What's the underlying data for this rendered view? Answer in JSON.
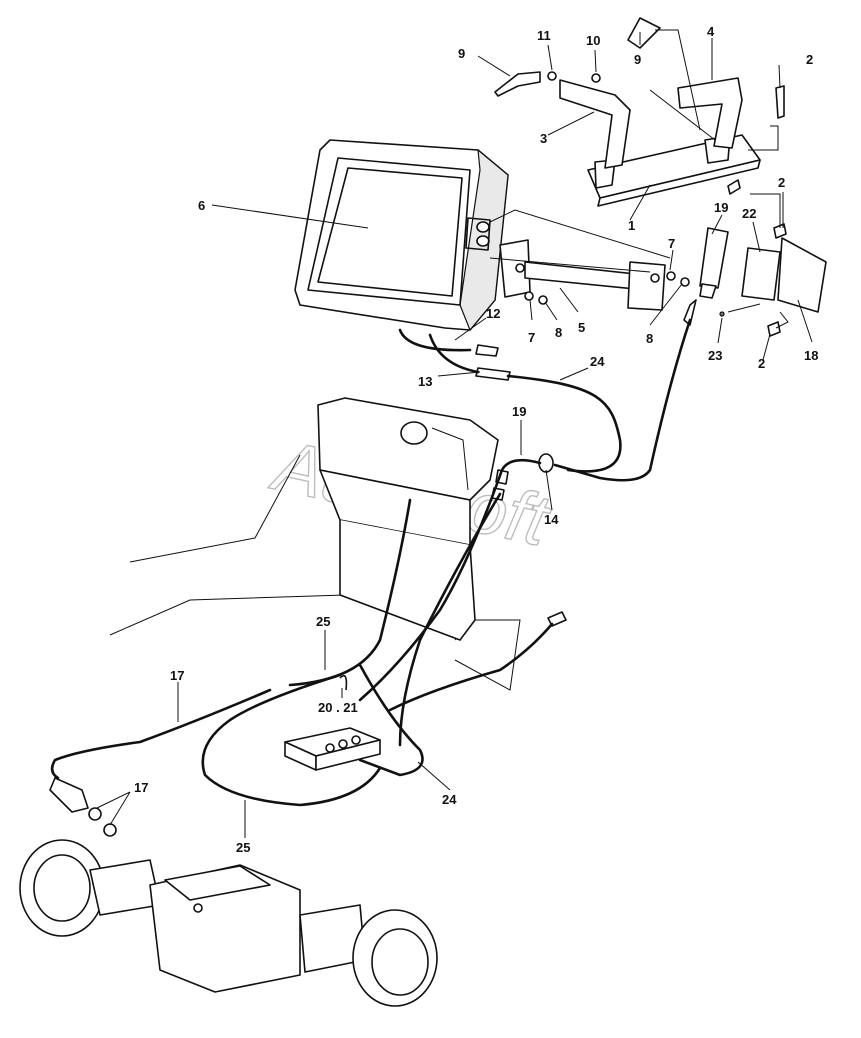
{
  "watermark": "AutoSoft",
  "callouts": {
    "c1": "1",
    "c2a": "2",
    "c2b": "2",
    "c2c": "2",
    "c3": "3",
    "c4": "4",
    "c5": "5",
    "c6": "6",
    "c7a": "7",
    "c7b": "7",
    "c8a": "8",
    "c8b": "8",
    "c9a": "9",
    "c9b": "9",
    "c10": "10",
    "c11": "11",
    "c12": "12",
    "c13": "13",
    "c14": "14",
    "c17a": "17",
    "c17b": "17",
    "c18": "18",
    "c19a": "19",
    "c19b": "19",
    "c2021": "20 . 21",
    "c22": "22",
    "c23": "23",
    "c24a": "24",
    "c24b": "24",
    "c25a": "25",
    "c25b": "25"
  }
}
